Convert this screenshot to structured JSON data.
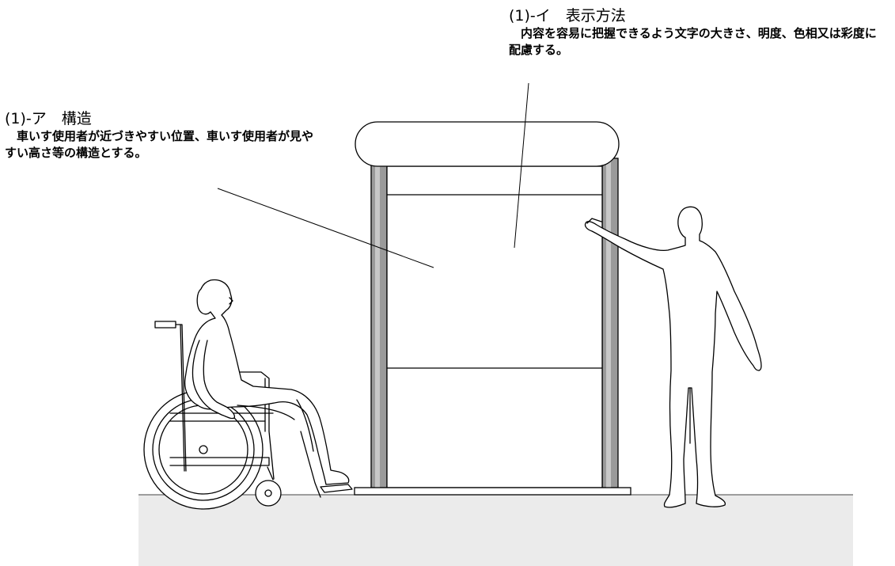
{
  "annotations": {
    "structure": {
      "heading": "(1)-ア　構造",
      "body": "　車いす使用者が近づきやすい位置、車いす使用者が見やすい高さ等の構造とする。"
    },
    "display": {
      "heading": "(1)-イ　表示方法",
      "body": "　内容を容易に把握できるよう文字の大きさ、明度、色相又は彩度に配慮する。"
    }
  },
  "colors": {
    "ground": "#ebebeb",
    "pillar": "#9a9a9a",
    "line": "#000000",
    "background": "#ffffff"
  },
  "figures": [
    "wheelchair-user",
    "standing-person-pointing",
    "signboard"
  ]
}
